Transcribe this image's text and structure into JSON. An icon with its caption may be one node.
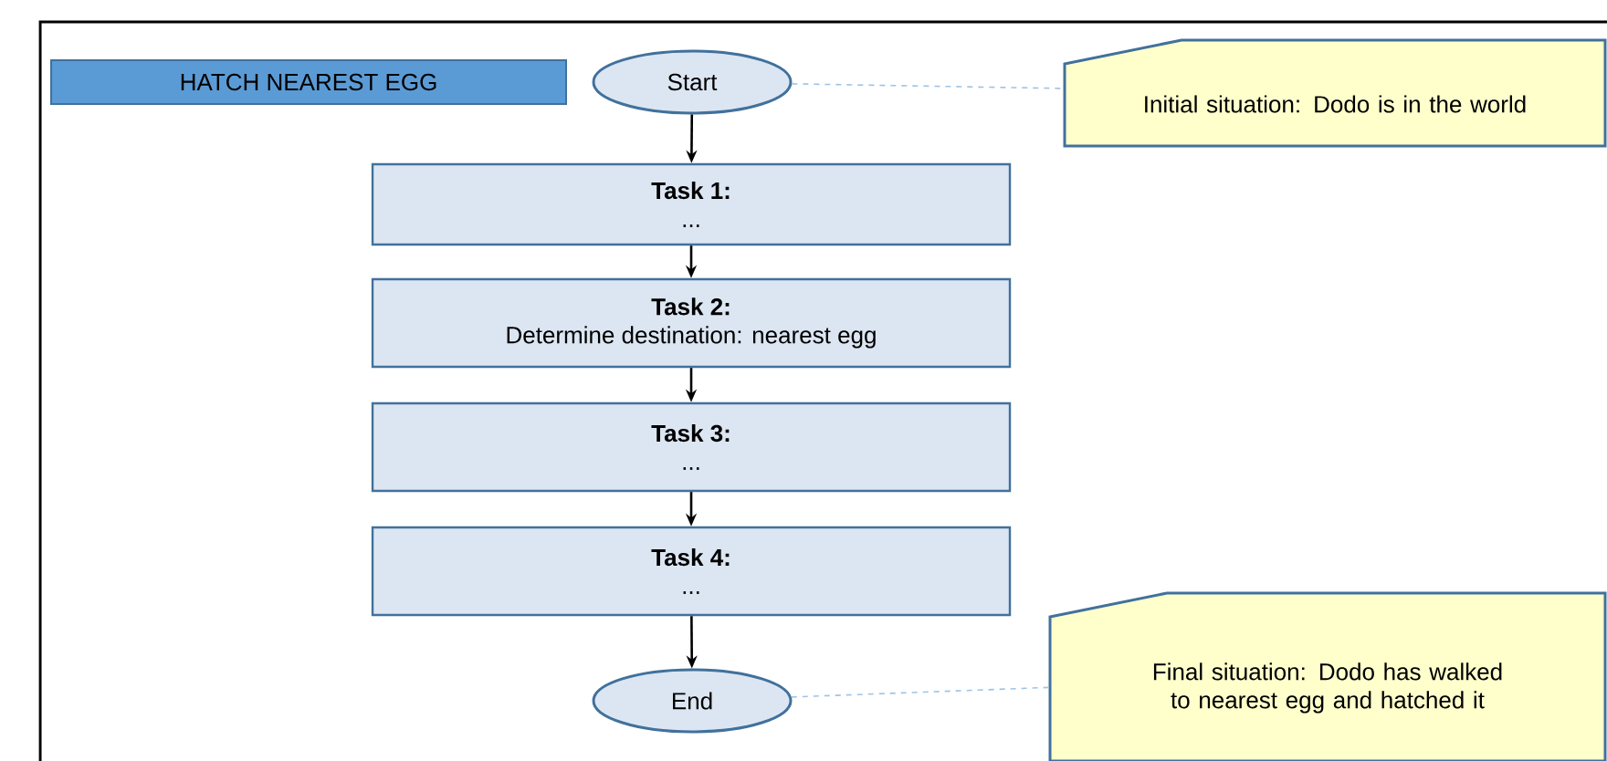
{
  "diagram": {
    "nodes": [
      {
        "text": [
          "HATCH NEAREST EGG"
        ]
      },
      {
        "text": [
          "Start"
        ]
      },
      {
        "text": [
          "Task 1:",
          "..."
        ]
      },
      {
        "text": [
          "Task 2:",
          "Determine destination: nearest egg"
        ]
      },
      {
        "text": [
          "Task 3:",
          "..."
        ]
      },
      {
        "text": [
          "Task 4:",
          "..."
        ]
      },
      {
        "text": [
          "End"
        ]
      },
      {
        "text": [
          "Initial situation: Dodo is in the world"
        ]
      },
      {
        "text": [
          "Final situation: Dodo has walked to nearest egg and hatched it"
        ]
      }
    ],
    "edges": [
      {
        "from": 1,
        "to": 2,
        "arrow": "to"
      },
      {
        "from": 2,
        "to": 3,
        "arrow": "to"
      },
      {
        "from": 3,
        "to": 4,
        "arrow": "to"
      },
      {
        "from": 4,
        "to": 5,
        "arrow": "to"
      },
      {
        "from": 5,
        "to": 6,
        "arrow": "to"
      },
      {
        "from": 1,
        "to": 7,
        "arrow": "none",
        "style": "dashed",
        "color": "#9dc3e6"
      },
      {
        "from": 6,
        "to": 8,
        "arrow": "none",
        "style": "dashed",
        "color": "#9dc3e6"
      }
    ]
  }
}
